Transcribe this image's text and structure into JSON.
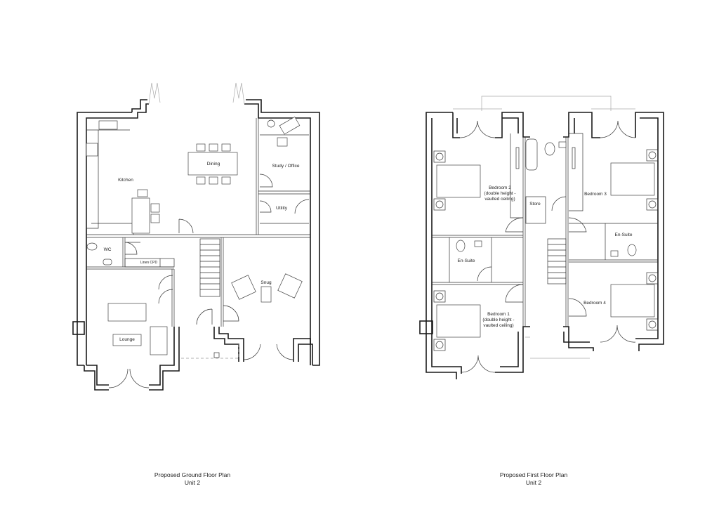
{
  "ground_floor": {
    "caption_title": "Proposed Ground Floor Plan",
    "caption_unit": "Unit 2",
    "rooms": {
      "kitchen": "Kitchen",
      "dining": "Dining",
      "study": "Study / Office",
      "utility": "Utility",
      "wc": "WC",
      "linen": "Linen CPD",
      "snug": "Snug",
      "lounge": "Lounge"
    }
  },
  "first_floor": {
    "caption_title": "Proposed First Floor Plan",
    "caption_unit": "Unit 2",
    "rooms": {
      "bedroom2": "Bedroom 2\n(double height -\nvaulted ceiling)",
      "bedroom3": "Bedroom 3",
      "store": "Store",
      "ensuite_left": "En-Suite",
      "ensuite_right": "En-Suite",
      "bedroom1": "Bedroom 1\n(double height -\nvaulted ceiling)",
      "bedroom4": "Bedroom 4"
    }
  }
}
